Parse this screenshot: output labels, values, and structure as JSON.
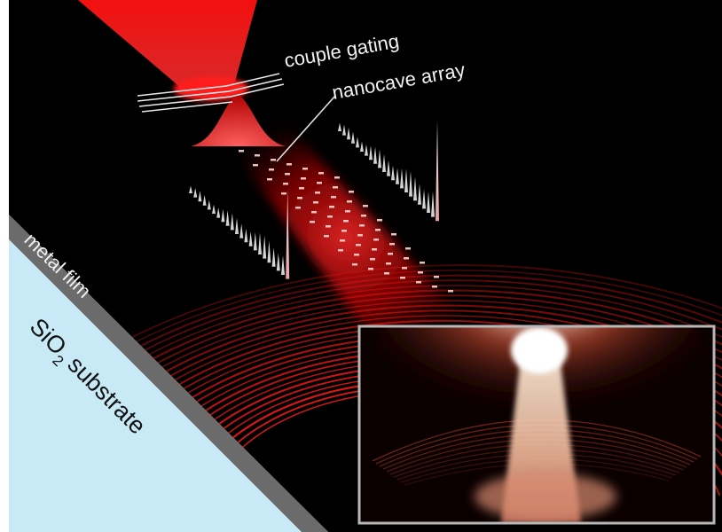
{
  "labels": {
    "couple_gating": "couple gating",
    "nanocave_array": "nanocave array",
    "metal_film": "metal film",
    "substrate_formula_base": "SiO",
    "substrate_formula_sub": "2",
    "substrate_word": "substrate"
  },
  "colors": {
    "background": "#000000",
    "laser_red": "#ff1a1a",
    "metal_film": "#6b6b6b",
    "substrate": "#c8e9f6",
    "label_text": "#f2f2f2",
    "inset_border": "#b8b8b8"
  },
  "icons": {
    "grating": "grating-lines-icon",
    "beam": "laser-beam-icon"
  }
}
